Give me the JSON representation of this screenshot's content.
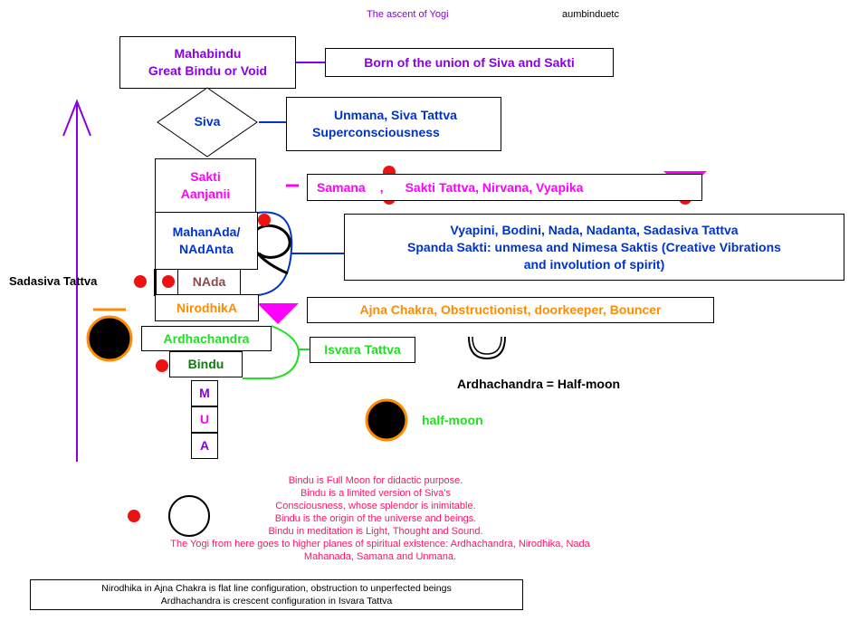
{
  "header": {
    "title": "The ascent of Yogi",
    "author": "aumbinduetc"
  },
  "nodes": {
    "mahabindu": {
      "line1": "Mahabindu",
      "line2": "Great Bindu or Void"
    },
    "siva": "Siva",
    "sakti": {
      "line1": "Sakti",
      "line2": "Aanjanii"
    },
    "mahanada": {
      "line1": "MahanAda/",
      "line2": "NAdAnta"
    },
    "nada": "NAda",
    "nirodhika": "NirodhikA",
    "ardhachandra": "Ardhachandra",
    "bindu": "Bindu",
    "aum": [
      "M",
      "U",
      "A"
    ]
  },
  "descriptions": {
    "mahabindu": "Born of the union of Siva and Sakti",
    "siva": {
      "line1": "Unmana, Siva Tattva",
      "line2": "Superconsciousness"
    },
    "samana": {
      "left": "Samana",
      "comma": ",",
      "right": "Sakti Tattva, Nirvana, Vyapika"
    },
    "nada": {
      "line1": "Vyapini, Bodini, Nada, Nadanta, Sadasiva Tattva",
      "line2": "Spanda Sakti: unmesa and Nimesa Saktis (Creative Vibrations",
      "line3": "and involution of spirit)"
    },
    "ajna": "Ajna Chakra, Obstructionist, doorkeeper, Bouncer",
    "isvara": "Isvara Tattva"
  },
  "labels": {
    "sadasiva": "Sadasiva Tattva",
    "ardhachandra_def": "Ardhachandra = Half-moon",
    "half_moon": "half-moon",
    "dash": "–"
  },
  "notes": [
    "Bindu is Full Moon for didactic purpose.",
    "Bindu is a limited version of Siva's",
    "Consciousness, whose splendor is inimitable.",
    "Bindu is the origin of the universe and beings.",
    "Bindu in meditation is Light, Thought and Sound.",
    "The Yogi from here goes to higher planes of spiritual existence: Ardhachandra, Nirodhika, Nada",
    "Mahanada, Samana and Unmana."
  ],
  "footer_box": [
    "Nirodhika in Ajna Chakra is flat line configuration, obstruction to unperfected beings",
    "Ardhachandra is crescent configuration in Isvara Tattva"
  ],
  "colors": {
    "purple": "#8a00e6",
    "blue": "#0033cc",
    "magenta": "#ff00ff",
    "brown": "#8b4a4a",
    "orange": "#ff8c00",
    "green": "#22dd22",
    "dark_green": "#117a11",
    "red_dot": "#ee1111",
    "note_text": "#ff1466"
  }
}
